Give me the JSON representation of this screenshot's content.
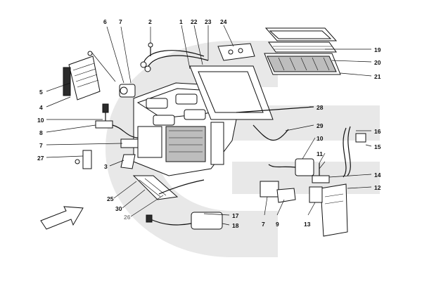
{
  "diagram": {
    "background_color": "#ffffff",
    "watermark_color": "#e8e8e8",
    "callouts": [
      "1",
      "2",
      "3",
      "4",
      "5",
      "6",
      "7",
      "8",
      "9",
      "10",
      "11",
      "12",
      "13",
      "14",
      "15",
      "16",
      "17",
      "18",
      "19",
      "20",
      "21",
      "22",
      "23",
      "24",
      "25",
      "26",
      "27",
      "28",
      "29",
      "30"
    ]
  }
}
